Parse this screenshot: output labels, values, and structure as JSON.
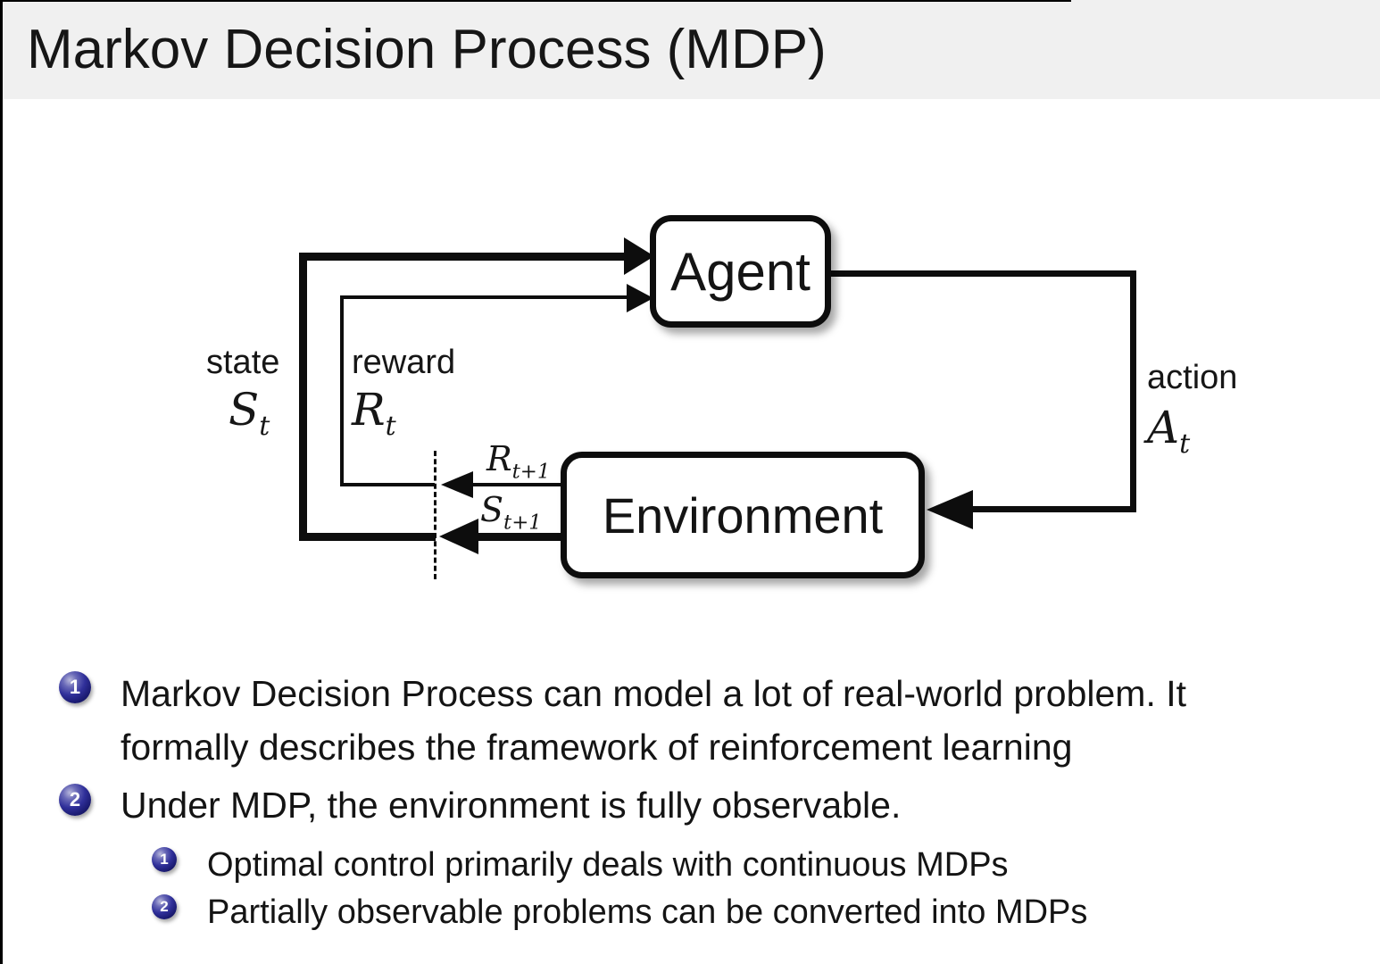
{
  "slide": {
    "title": "Markov Decision Process (MDP)"
  },
  "diagram": {
    "agent": "Agent",
    "environment": "Environment",
    "state": {
      "label": "state",
      "symbol": "S",
      "subscript": "t"
    },
    "reward": {
      "label": "reward",
      "symbol": "R",
      "subscript": "t"
    },
    "action": {
      "label": "action",
      "symbol": "A",
      "subscript": "t"
    },
    "next_reward": {
      "symbol": "R",
      "subscript": "t+1"
    },
    "next_state": {
      "symbol": "S",
      "subscript": "t+1"
    }
  },
  "bullets": {
    "main": [
      {
        "number": "1",
        "lines": [
          "Markov Decision Process can model a lot of real-world problem. It",
          "formally describes the framework of reinforcement learning"
        ]
      },
      {
        "number": "2",
        "lines": [
          "Under MDP, the environment is fully observable."
        ]
      }
    ],
    "sub": [
      {
        "number": "1",
        "text": "Optimal control primarily deals with continuous MDPs"
      },
      {
        "number": "2",
        "text": "Partially observable problems can be converted into MDPs"
      }
    ]
  },
  "colors": {
    "header_background": "#f0f0f0",
    "slide_background": "#ffffff",
    "text": "#141414",
    "diagram_line": "#0d0d0d",
    "bullet_ball_base": "#22228a",
    "bullet_ball_highlight": "#b9b9dc",
    "bullet_number": "#ffffff"
  }
}
